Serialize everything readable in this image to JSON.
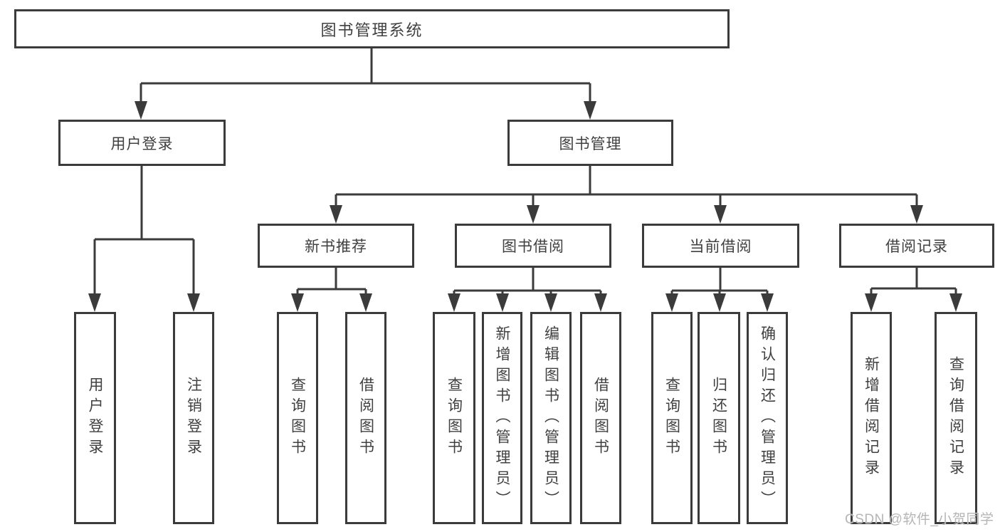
{
  "colors": {
    "line": "#3b3b3b",
    "text": "#404040",
    "watermark": "#b5b5b5",
    "background": "#ffffff"
  },
  "watermark": {
    "text": "CSDN @软件_小贺同学"
  },
  "tree": {
    "label": "图书管理系统",
    "children": [
      {
        "label": "用户登录",
        "children": [
          {
            "label": "用户登录"
          },
          {
            "label": "注销登录"
          }
        ]
      },
      {
        "label": "图书管理",
        "children": [
          {
            "label": "新书推荐",
            "children": [
              {
                "label": "查询图书"
              },
              {
                "label": "借阅图书"
              }
            ]
          },
          {
            "label": "图书借阅",
            "children": [
              {
                "label": "查询图书"
              },
              {
                "label": "新增图书（管理员）"
              },
              {
                "label": "编辑图书（管理员）"
              },
              {
                "label": "借阅图书"
              }
            ]
          },
          {
            "label": "当前借阅",
            "children": [
              {
                "label": "查询图书"
              },
              {
                "label": "归还图书"
              },
              {
                "label": "确认归还（管理员）"
              }
            ]
          },
          {
            "label": "借阅记录",
            "children": [
              {
                "label": "新增借阅记录"
              },
              {
                "label": "查询借阅记录"
              }
            ]
          }
        ]
      }
    ]
  }
}
